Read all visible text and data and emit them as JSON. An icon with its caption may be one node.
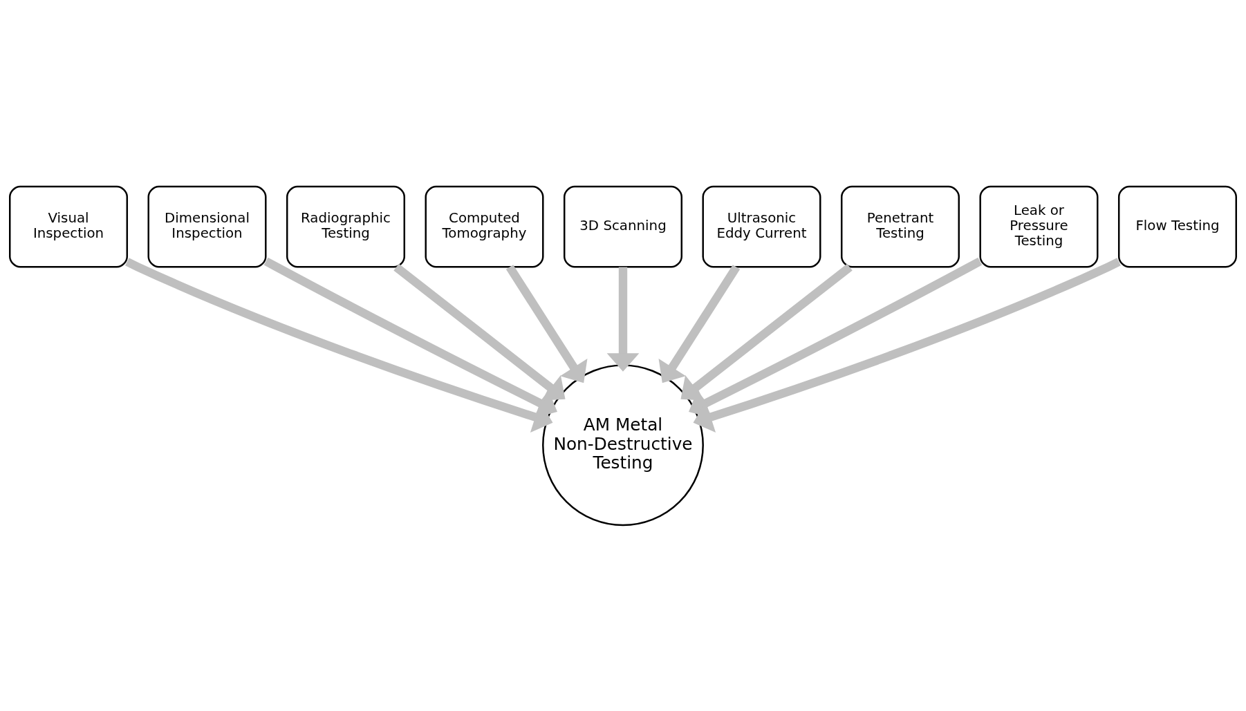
{
  "diagram": {
    "nodes": [
      {
        "text": [
          "Visual Inspection"
        ]
      },
      {
        "text": [
          "Dimensional Inspection"
        ]
      },
      {
        "text": [
          "Radiographic Testing"
        ]
      },
      {
        "text": [
          "Computed Tomography"
        ]
      },
      {
        "text": [
          "3D Scanning"
        ]
      },
      {
        "text": [
          "Ultrasonic Eddy Current"
        ]
      },
      {
        "text": [
          "Penetrant Testing"
        ]
      },
      {
        "text": [
          "Leak or Pressure Testing"
        ]
      },
      {
        "text": [
          "Flow Testing"
        ]
      },
      {
        "text": [
          "AM Metal Non-Destructive Testing"
        ]
      }
    ],
    "edges": [
      {
        "from": 0,
        "to": 9,
        "arrow": "to"
      },
      {
        "from": 1,
        "to": 9,
        "arrow": "to"
      },
      {
        "from": 2,
        "to": 9,
        "arrow": "to"
      },
      {
        "from": 3,
        "to": 9,
        "arrow": "to"
      },
      {
        "from": 4,
        "to": 9,
        "arrow": "to"
      },
      {
        "from": 5,
        "to": 9,
        "arrow": "to"
      },
      {
        "from": 6,
        "to": 9,
        "arrow": "to"
      },
      {
        "from": 7,
        "to": 9,
        "arrow": "to"
      },
      {
        "from": 8,
        "to": 9,
        "arrow": "to"
      }
    ]
  }
}
